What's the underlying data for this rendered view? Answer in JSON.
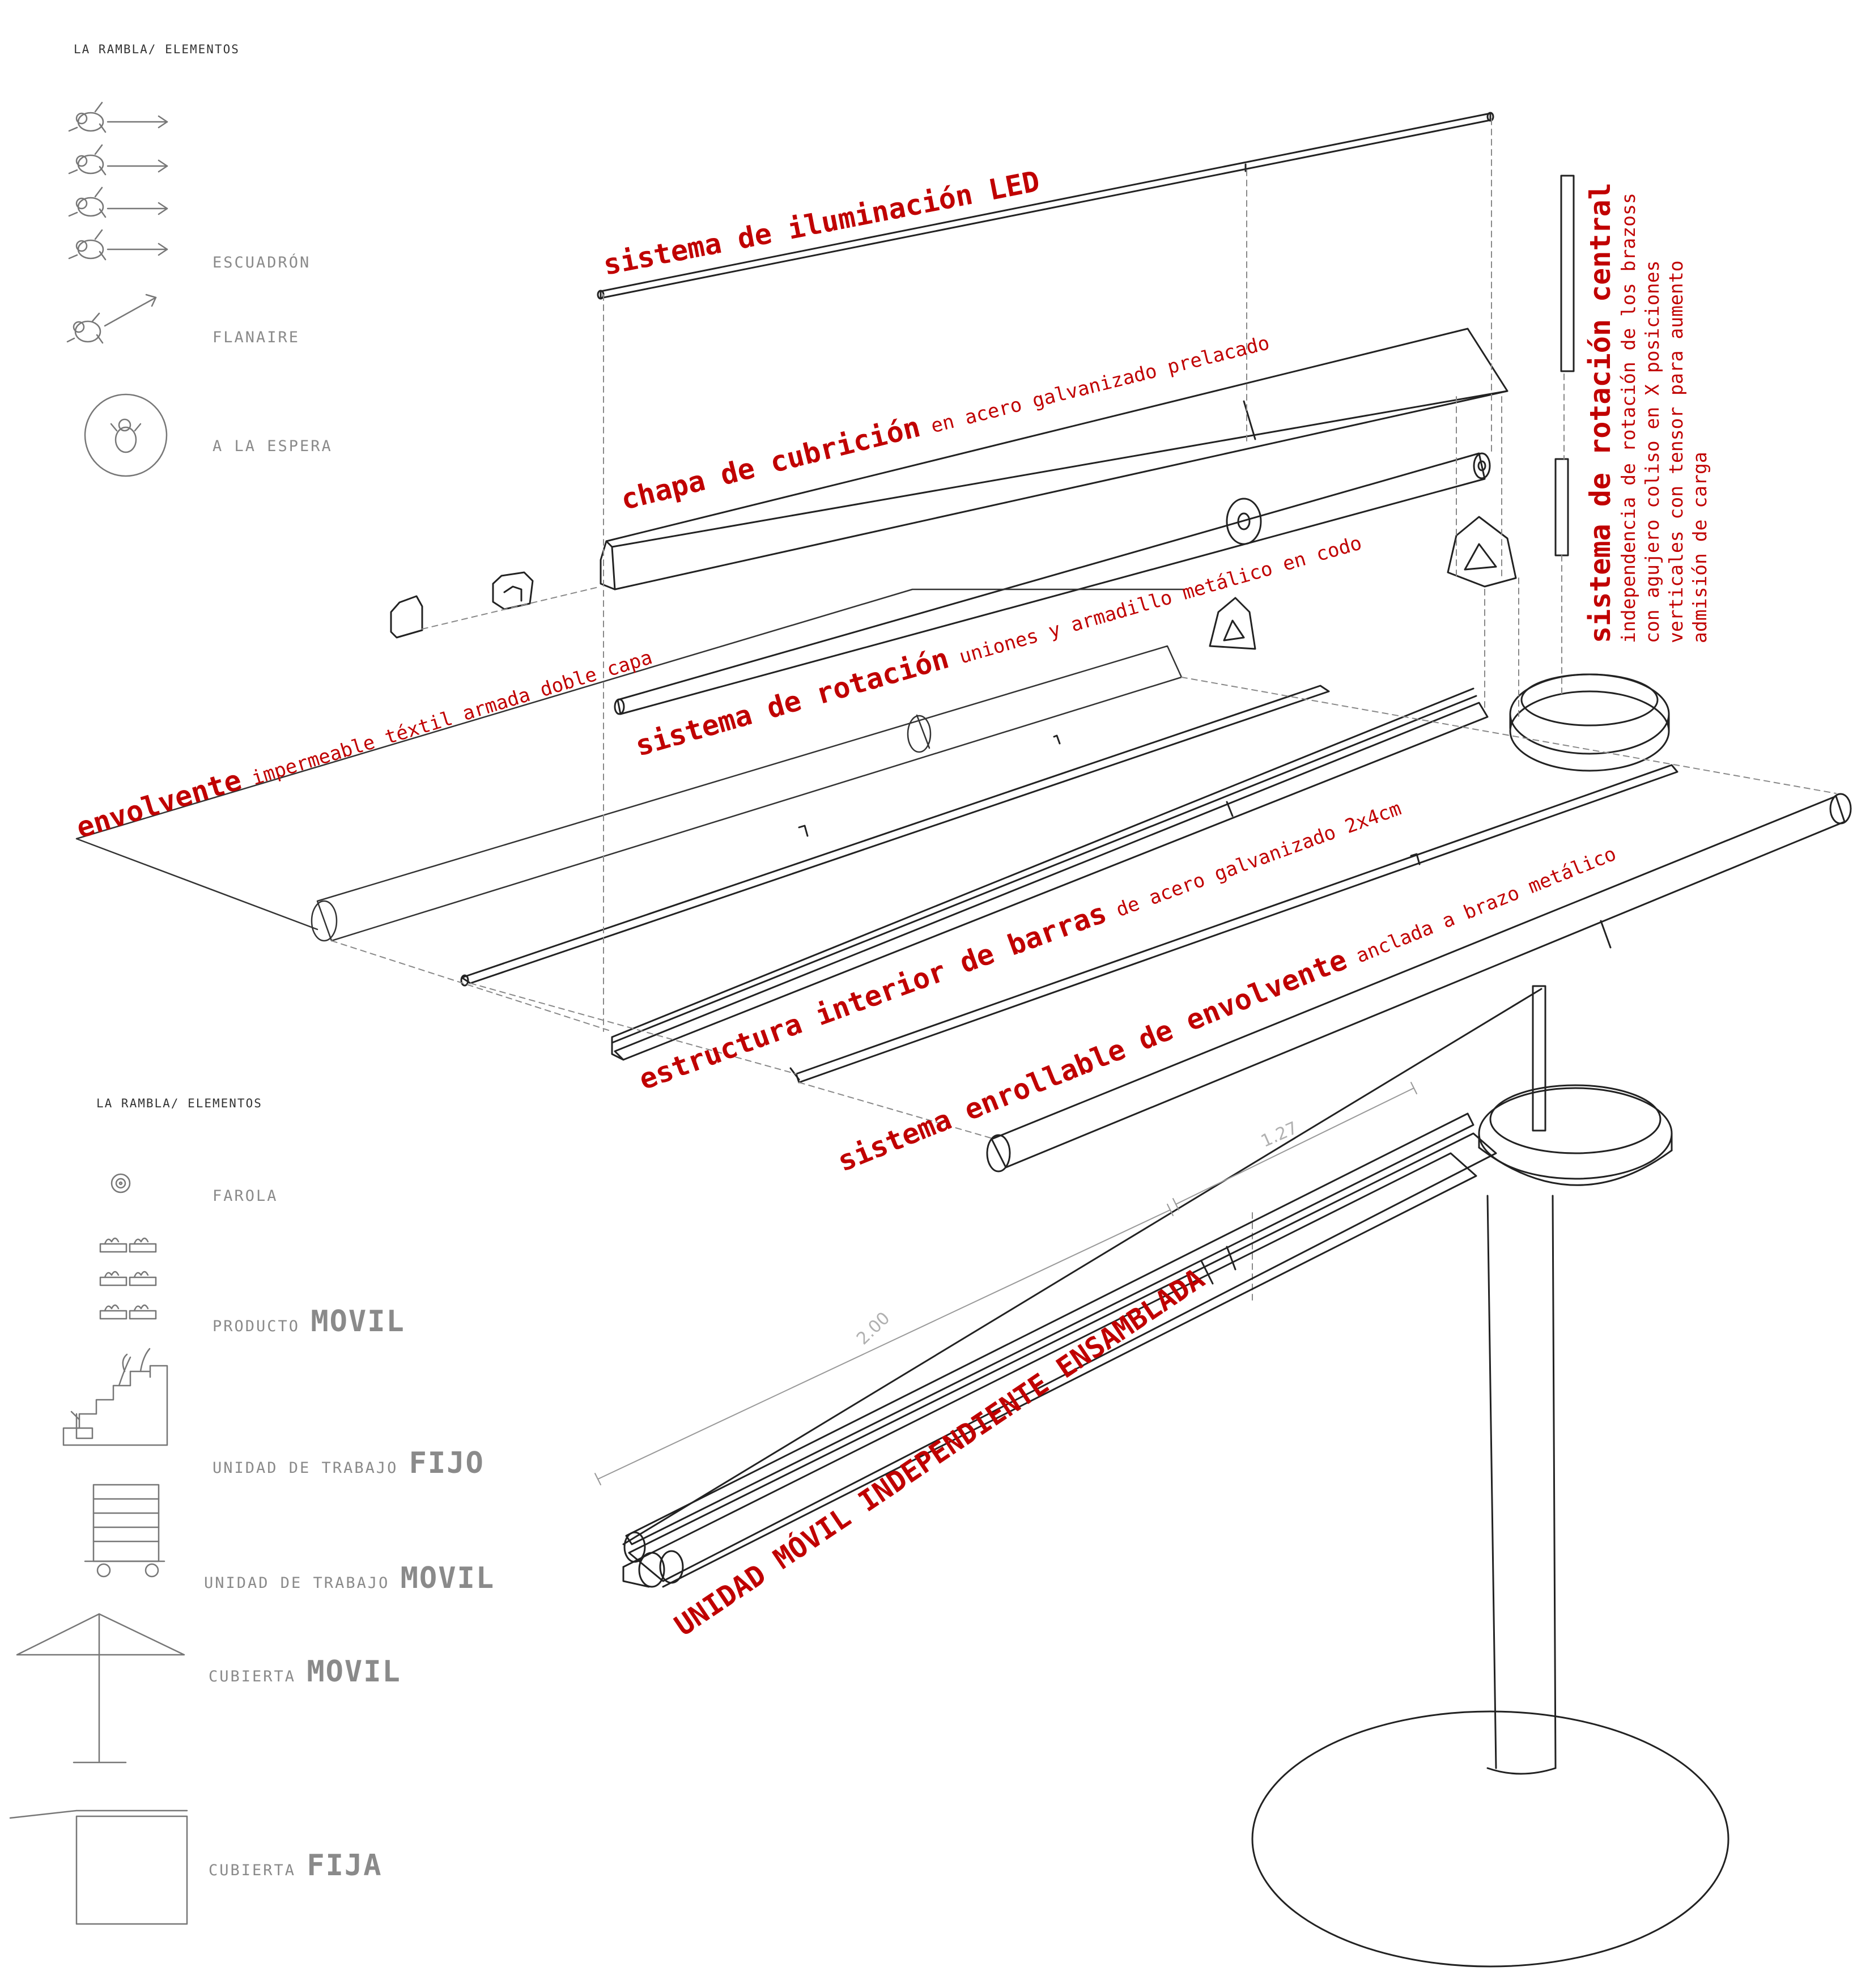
{
  "legend_top": {
    "header": "LA RAMBLA/ ELEMENTOS",
    "items": [
      {
        "label": "ESCUADRÓN",
        "icon": "pedestrian-group-icon"
      },
      {
        "label": "FLANAIRE",
        "icon": "pedestrian-walking-icon"
      },
      {
        "label": "A LA ESPERA",
        "icon": "pedestrian-waiting-icon"
      }
    ]
  },
  "legend_bottom": {
    "header": "LA RAMBLA/ ELEMENTOS",
    "items": [
      {
        "label": "FAROLA",
        "bold": "",
        "icon": "streetlamp-icon"
      },
      {
        "label": "PRODUCTO",
        "bold": "MOVIL",
        "icon": "product-crates-icon"
      },
      {
        "label": "UNIDAD DE TRABAJO",
        "bold": "FIJO",
        "icon": "fixed-workstation-icon"
      },
      {
        "label": "UNIDAD DE TRABAJO",
        "bold": "MOVIL",
        "icon": "mobile-cart-icon"
      },
      {
        "label": "CUBIERTA",
        "bold": "MOVIL",
        "icon": "umbrella-cover-icon"
      },
      {
        "label": "CUBIERTA",
        "bold": "FIJA",
        "icon": "fixed-cover-icon"
      }
    ]
  },
  "labels": {
    "led": {
      "title": "sistema de iluminación LED",
      "desc": ""
    },
    "chapa": {
      "title": "chapa de cubrición",
      "desc": "en acero galvanizado prelacado"
    },
    "rotacion": {
      "title": "sistema de rotación",
      "desc": "uniones y armadillo metálico en codo"
    },
    "envolvente": {
      "title": "envolvente",
      "desc": "impermeable téxtil armada doble capa"
    },
    "estructura": {
      "title": "estructura interior de barras",
      "desc": "de acero galvanizado 2x4cm"
    },
    "enrollable": {
      "title": "sistema enrollable de envolvente",
      "desc": "anclada a brazo metálico"
    },
    "unidad": {
      "title": "UNIDAD MÓVIL INDEPENDIENTE ENSAMBLADA"
    }
  },
  "central": {
    "title": "sistema de rotación central",
    "lines": [
      "independencia de rotación de los brazoss",
      "con agujero coliso en X posiciones",
      "verticales con tensor para aumento",
      "admisión de carga"
    ]
  },
  "dimensions": {
    "short": "1.27",
    "long": "2.00"
  },
  "colors": {
    "accent": "#c00000",
    "line": "#222222",
    "legend_text": "#8a8a8a"
  }
}
